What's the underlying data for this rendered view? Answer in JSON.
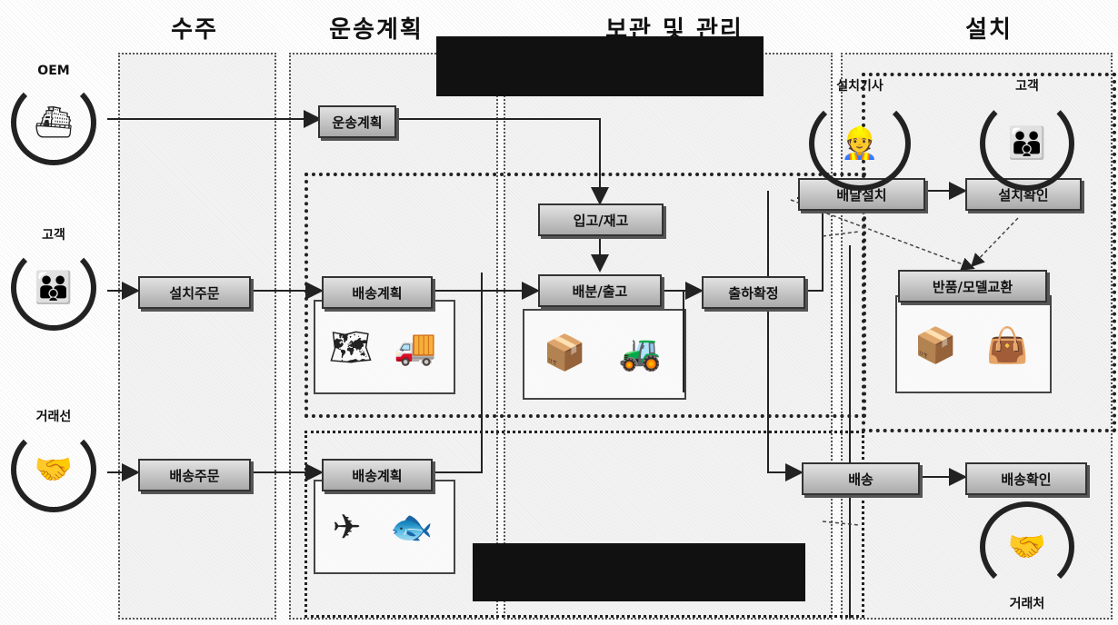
{
  "columns": {
    "order": "수주",
    "transport": "운송계획",
    "storage": "보관 및 관리",
    "install": "설치"
  },
  "actors": {
    "oem": "OEM",
    "customer_left": "고객",
    "dealer_left": "거래선",
    "installer": "설치기사",
    "customer_right": "고객",
    "dealer_right": "거래처"
  },
  "nodes": {
    "transport_plan": "운송계획",
    "install_order": "설치주문",
    "delivery_order": "배송주문",
    "install_plan": "배송계획",
    "delivery_plan": "배송계획",
    "stock_inout": "입고/재고",
    "pick_ship": "배분/출고",
    "ship_confirm": "출하확정",
    "visit_install": "배달설치",
    "install_confirm": "설치확인",
    "return_product": "반품/모델교환",
    "delivery": "배송",
    "delivery_confirm": "배송확인"
  },
  "banners": {
    "top": "",
    "bottom": ""
  },
  "icons": {
    "oem": "ship-icon",
    "customer": "people-icon",
    "dealer": "handshake-icon",
    "installer": "worker-icon"
  }
}
